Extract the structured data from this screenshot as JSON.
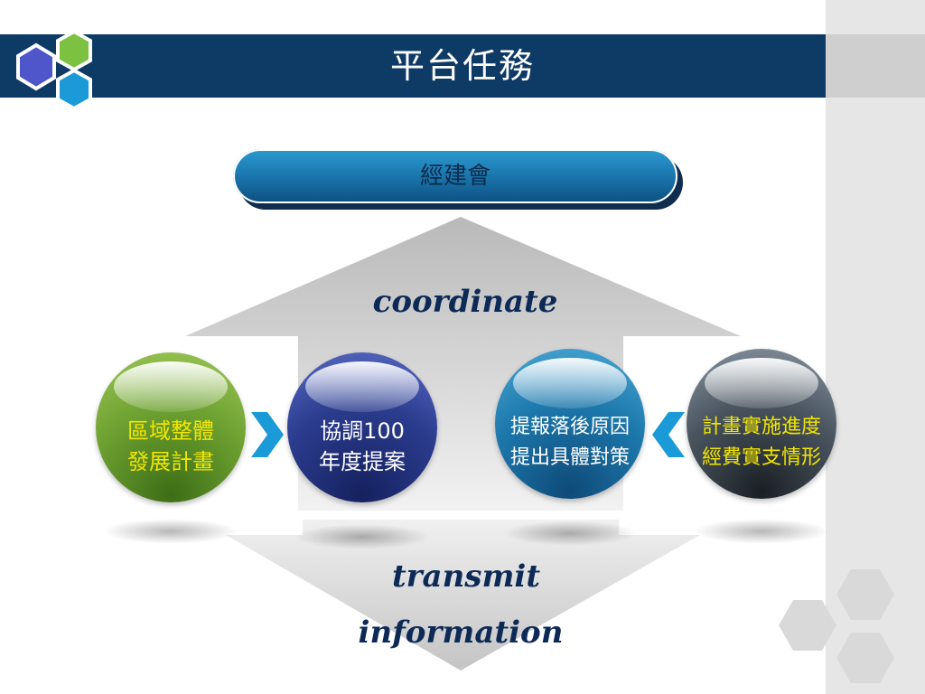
{
  "title": "平台任務",
  "top_box": "經建會",
  "arrow_up_label": "coordinate",
  "arrow_down_label_1": "transmit",
  "arrow_down_label_2": "information",
  "nodes": [
    {
      "line1": "區域整體",
      "line2": "發展計畫",
      "text_color": "#f2e600"
    },
    {
      "line1": "協調100",
      "line2": "年度提案",
      "text_color": "#ffffff"
    },
    {
      "line1": "提報落後原因",
      "line2": "提出具體對策",
      "text_color": "#ffffff"
    },
    {
      "line1": "計畫實施進度",
      "line2": "經費實支情形",
      "text_color": "#f2e600"
    }
  ],
  "colors": {
    "title_bar": "#0e3a66",
    "accent_blue": "#1a9ad6",
    "script_text": "#0d2a57"
  }
}
